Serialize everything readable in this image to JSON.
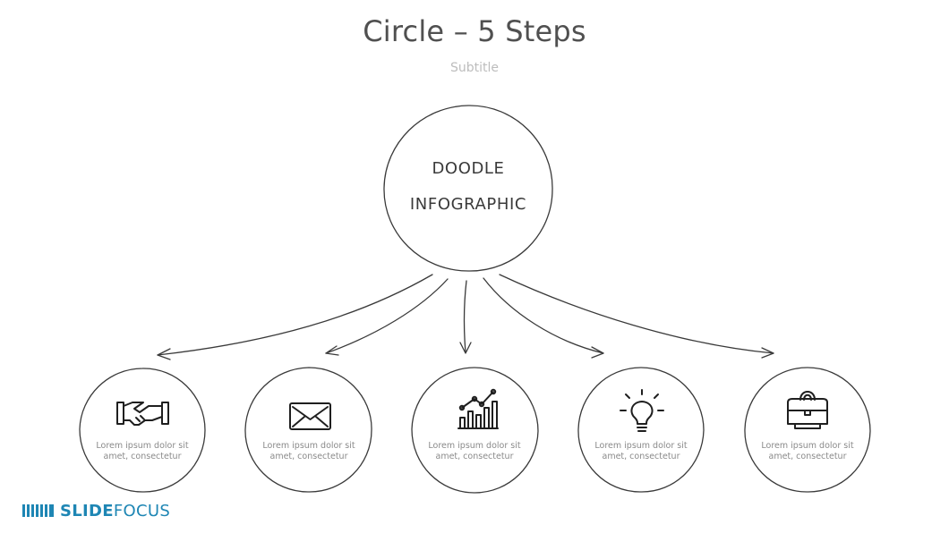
{
  "header": {
    "title": "Circle – 5 Steps",
    "subtitle": "Subtitle"
  },
  "center": {
    "line1": "DOODLE",
    "line2": "INFOGRAPHIC"
  },
  "steps": [
    {
      "icon": "handshake-icon",
      "line1": "Lorem ipsum dolor sit",
      "line2": "amet, consectetur"
    },
    {
      "icon": "envelope-icon",
      "line1": "Lorem ipsum dolor sit",
      "line2": "amet, consectetur"
    },
    {
      "icon": "bar-chart-icon",
      "line1": "Lorem ipsum dolor sit",
      "line2": "amet, consectetur"
    },
    {
      "icon": "lightbulb-icon",
      "line1": "Lorem ipsum dolor sit",
      "line2": "amet, consectetur"
    },
    {
      "icon": "briefcase-icon",
      "line1": "Lorem ipsum dolor sit",
      "line2": "amet, consectetur"
    }
  ],
  "logo": {
    "bold": "SLIDE",
    "light": "FOCUS",
    "color": "#1e86b4"
  }
}
